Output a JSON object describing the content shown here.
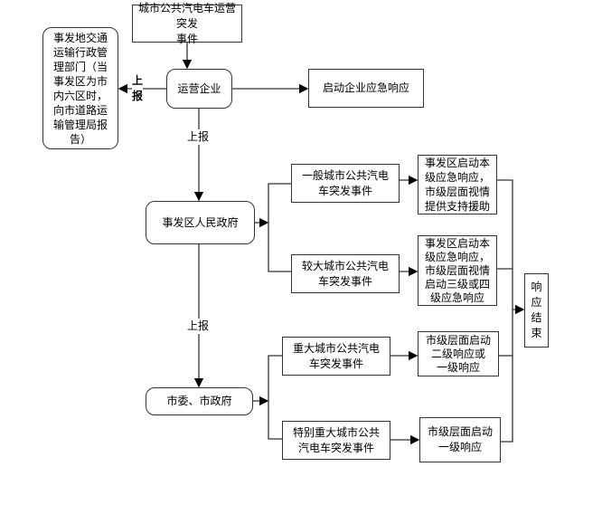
{
  "nodes": {
    "event": "城市公共汽电车运营突发\n事件",
    "operator": "运营企业",
    "transport_dept": "事发地交通\n运输行政管\n理部门（当\n事发区为市\n内六区时，\n向市道路运\n输管理局报\n告）",
    "enterprise_response": "启动企业应急响应",
    "district_gov": "事发区人民政府",
    "general_event": "一般城市公共汽电\n车突发事件",
    "larger_event": "较大城市公共汽电\n车突发事件",
    "general_response": "事发区启动本\n级应急响应，\n市级层面视情\n提供支持援助",
    "larger_response": "事发区启动本\n级应急响应，\n市级层面视情\n启动三级或四\n级应急响应",
    "city_gov": "市委、市政府",
    "major_event": "重大城市公共汽电\n车突发事件",
    "especially_major_event": "特别重大城市公共\n汽电车突发事件",
    "major_response": "市级层面启动\n二级响应或\n一级响应",
    "especially_major_response": "市级层面启动\n一级响应",
    "end": "响\n应\n结\n束"
  },
  "labels": {
    "report_left": "上\n报",
    "report_down1": "上报",
    "report_down2": "上报"
  }
}
